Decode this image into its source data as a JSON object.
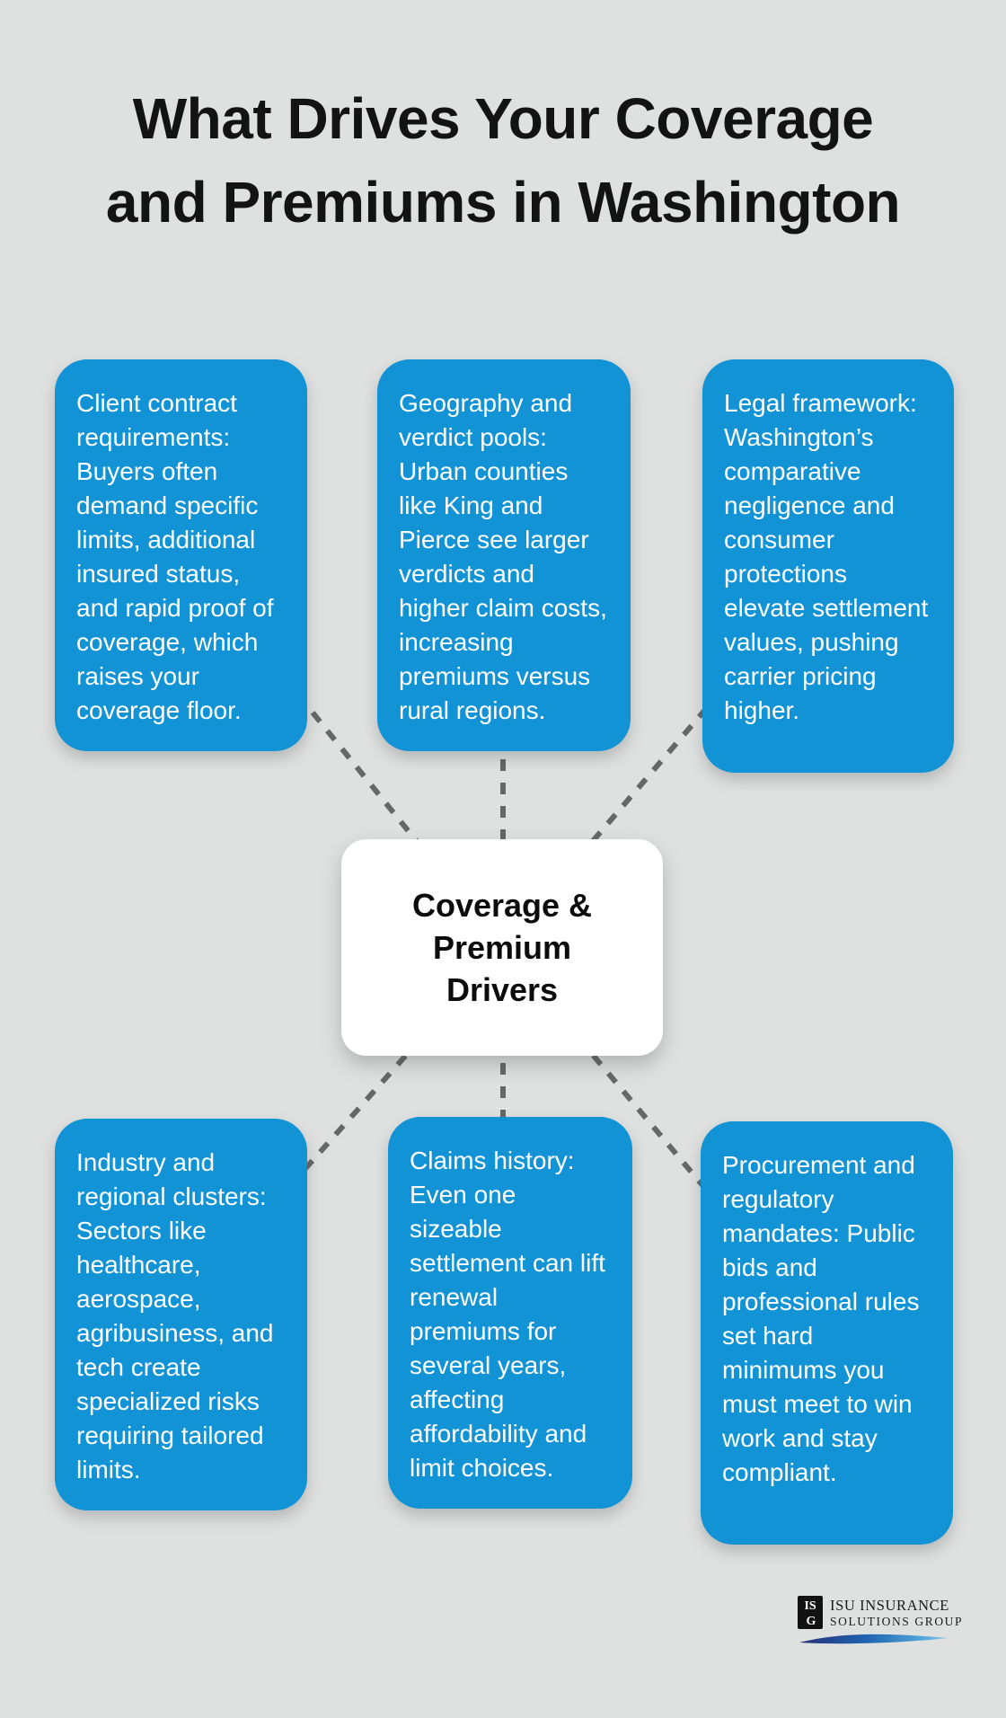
{
  "title": {
    "lines": [
      "What Drives Your Coverage",
      "and Premiums in Washington"
    ]
  },
  "center_node": {
    "lines": [
      "Coverage &",
      "Premium",
      "Drivers"
    ]
  },
  "driver_nodes": [
    {
      "id": "client-contract-requirements",
      "text": "Client contract requirements: Buyers often demand specific limits, additional insured status, and rapid proof of coverage, which raises your coverage floor."
    },
    {
      "id": "geography-verdict-pools",
      "text": "Geography and verdict pools: Urban counties like King and Pierce see larger verdicts and higher claim costs, increasing premiums versus rural regions."
    },
    {
      "id": "legal-framework",
      "text": "Legal framework: Washington’s comparative negligence and consumer protections elevate settlement values, pushing carrier pricing higher."
    },
    {
      "id": "industry-regional-clusters",
      "text": "Industry and regional clusters: Sectors like healthcare, aerospace, agribusiness, and tech create specialized risks requiring tailored limits."
    },
    {
      "id": "claims-history",
      "text": "Claims history: Even one sizeable settlement can lift renewal premiums for several years, affecting affordability and limit choices."
    },
    {
      "id": "procurement-regulatory-mandates",
      "text": "Procurement and regulatory mandates: Public bids and professional rules set hard minimums you must meet to win work and stay compliant."
    }
  ],
  "logo": {
    "monogram_top": "IS",
    "monogram_bottom": "G",
    "name_line1": "ISU INSURANCE",
    "name_line2": "SOLUTIONS GROUP"
  },
  "colors": {
    "background": "#dfe1e0",
    "node_blue": "#1193d5",
    "node_text": "#ffffff",
    "center_background": "#ffffff",
    "center_text": "#0c0c0c",
    "title_text": "#131313",
    "connector_gray": "#666868",
    "logo_black": "#121212",
    "swoosh_navy": "#283178",
    "swoosh_blue": "#1f63b0",
    "swoosh_light": "#55aadc"
  }
}
